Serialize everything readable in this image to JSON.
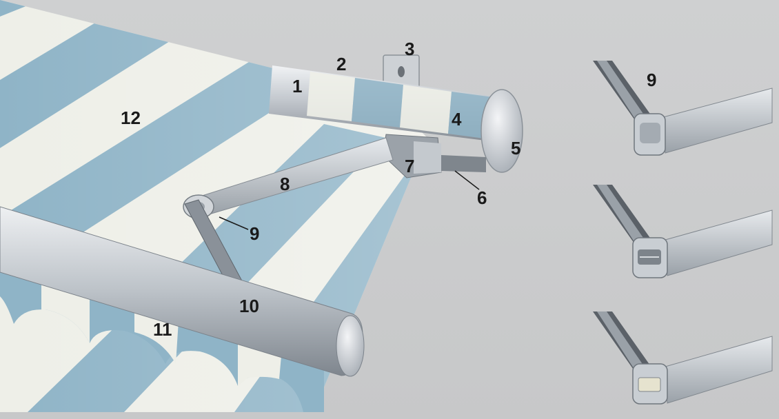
{
  "callouts": {
    "c1": "1",
    "c2": "2",
    "c3": "3",
    "c4": "4",
    "c5": "5",
    "c6": "6",
    "c7": "7",
    "c8": "8",
    "c9_main": "9",
    "c10": "10",
    "c11": "11",
    "c12": "12",
    "c9_detail": "9"
  },
  "colors": {
    "background": "#c9cacb",
    "fabric_blue": "#8fb4c7",
    "fabric_white": "#eeefe8",
    "aluminium": "#b7bcc2",
    "label_text": "#1a1a1a"
  },
  "detail_panels": [
    {
      "variant": "elbow-joint-a"
    },
    {
      "variant": "elbow-joint-b"
    },
    {
      "variant": "elbow-joint-c"
    }
  ]
}
